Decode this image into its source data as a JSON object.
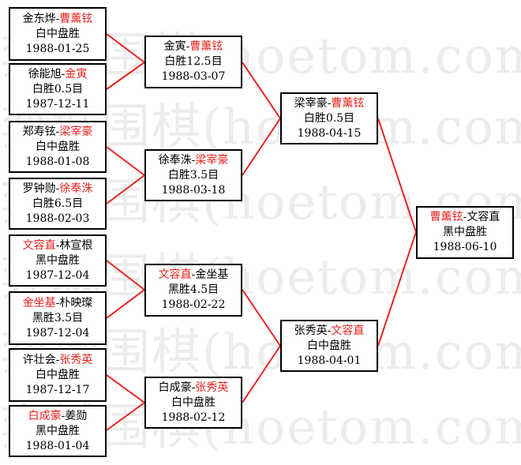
{
  "watermark": "弈城围棋(hoetom.com)",
  "colors": {
    "winner": "#e8231f",
    "connector": "#e8231f",
    "border": "#000000"
  },
  "matches": {
    "r1_1": {
      "p1": "金东烨",
      "p2": "曹薰铉",
      "winner": 2,
      "result": "白中盘胜",
      "date": "1988-01-25"
    },
    "r1_2": {
      "p1": "徐能旭",
      "p2": "金寅",
      "winner": 2,
      "result": "白胜0.5目",
      "date": "1987-12-11"
    },
    "r1_3": {
      "p1": "郑寿铉",
      "p2": "梁宰豪",
      "winner": 2,
      "result": "白中盘胜",
      "date": "1988-01-08"
    },
    "r1_4": {
      "p1": "罗钟勋",
      "p2": "徐奉洙",
      "winner": 2,
      "result": "白胜6.5目",
      "date": "1988-02-03"
    },
    "r1_5": {
      "p1": "文容直",
      "p2": "林宣根",
      "winner": 1,
      "result": "黑中盘胜",
      "date": "1987-12-04"
    },
    "r1_6": {
      "p1": "金坐基",
      "p2": "朴映璨",
      "winner": 1,
      "result": "黑胜3.5目",
      "date": "1987-12-04"
    },
    "r1_7": {
      "p1": "许壮会",
      "p2": "张秀英",
      "winner": 2,
      "result": "白中盘胜",
      "date": "1987-12-17"
    },
    "r1_8": {
      "p1": "白成豪",
      "p2": "姜勋",
      "winner": 1,
      "result": "黑中盘胜",
      "date": "1988-01-04"
    },
    "r2_1": {
      "p1": "金寅",
      "p2": "曹薰铉",
      "winner": 2,
      "result": "白胜12.5目",
      "date": "1988-03-07"
    },
    "r2_2": {
      "p1": "徐奉洙",
      "p2": "梁宰豪",
      "winner": 2,
      "result": "白胜3.5目",
      "date": "1988-03-18"
    },
    "r2_3": {
      "p1": "文容直",
      "p2": "金坐基",
      "winner": 1,
      "result": "黑胜4.5目",
      "date": "1988-02-22"
    },
    "r2_4": {
      "p1": "白成豪",
      "p2": "张秀英",
      "winner": 2,
      "result": "白中盘胜",
      "date": "1988-02-12"
    },
    "r3_1": {
      "p1": "梁宰豪",
      "p2": "曹薰铉",
      "winner": 2,
      "result": "白胜0.5目",
      "date": "1988-04-15"
    },
    "r3_2": {
      "p1": "张秀英",
      "p2": "文容直",
      "winner": 2,
      "result": "白中盘胜",
      "date": "1988-04-01"
    },
    "final": {
      "p1": "曹薰铉",
      "p2": "文容直",
      "winner": 1,
      "result": "黑中盘胜",
      "date": "1988-06-10"
    }
  }
}
